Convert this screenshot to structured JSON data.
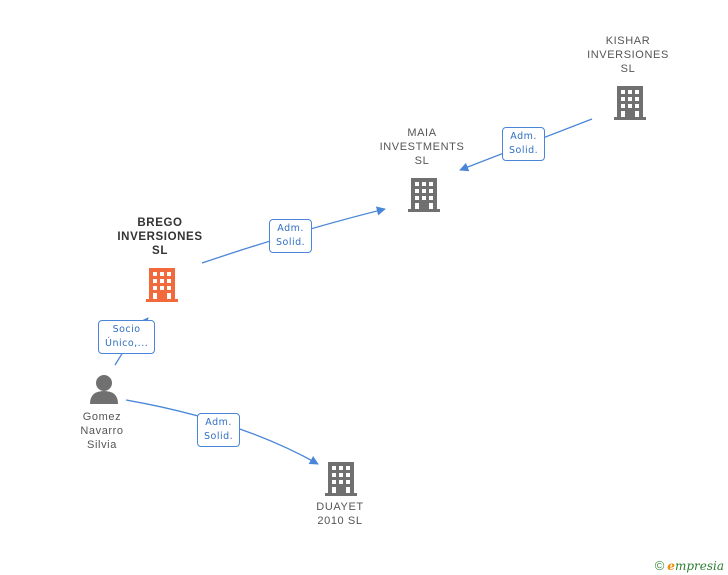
{
  "colors": {
    "edge": "#4a86d8",
    "company": "#707070",
    "focus_company": "#f26a3c",
    "person": "#707070"
  },
  "nodes": {
    "kishar": {
      "lines": [
        "KISHAR",
        "INVERSIONES",
        "SL"
      ],
      "icon": "building-icon"
    },
    "maia": {
      "lines": [
        "MAIA",
        "INVESTMENTS",
        "SL"
      ],
      "icon": "building-icon"
    },
    "brego": {
      "lines": [
        "BREGO",
        "INVERSIONES",
        "SL"
      ],
      "icon": "building-icon"
    },
    "gomez": {
      "lines": [
        "Gomez",
        "Navarro",
        "Silvia"
      ],
      "icon": "person-icon"
    },
    "duayet": {
      "lines": [
        "DUAYET",
        "2010 SL"
      ],
      "icon": "building-icon"
    }
  },
  "edges": {
    "kishar_maia": {
      "lines": [
        "Adm.",
        "Solid."
      ]
    },
    "brego_maia": {
      "lines": [
        "Adm.",
        "Solid."
      ]
    },
    "gomez_brego": {
      "lines": [
        "Socio",
        "Único,..."
      ]
    },
    "gomez_duayet": {
      "lines": [
        "Adm.",
        "Solid."
      ]
    }
  },
  "watermark": {
    "symbol": "©",
    "brand_initial": "e",
    "brand_rest": "mpresia"
  }
}
